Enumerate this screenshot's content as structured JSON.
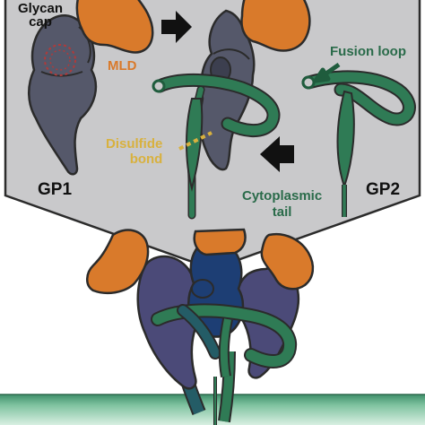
{
  "labels": {
    "glycan_cap": "Glycan\ncap",
    "mld": "MLD",
    "fusion_loop": "Fusion loop",
    "disulfide_bond": "Disulfide\nbond",
    "gp1": "GP1",
    "gp2": "GP2",
    "cytoplasmic_tail": "Cytoplasmic\ntail"
  },
  "colors": {
    "panel_bg": "#c9c9cb",
    "panel_border": "#2b2b2b",
    "gp1_body": "#55586a",
    "gp1_dark": "#3c3f4f",
    "glycan_cap": "#d97a2b",
    "gp2_green": "#2f7b55",
    "gp2_dark": "#1f5c3d",
    "disulfide": "#d8b13e",
    "trimer_purple": "#4b4a78",
    "trimer_blue": "#1d3e74",
    "trimer_teal": "#245c66",
    "membrane_top": "#3f8f6a",
    "membrane_bottom": "#bfe2cf"
  },
  "icons": [
    "right-arrow-icon",
    "left-arrow-icon",
    "fusion-loop-arrow-icon"
  ]
}
